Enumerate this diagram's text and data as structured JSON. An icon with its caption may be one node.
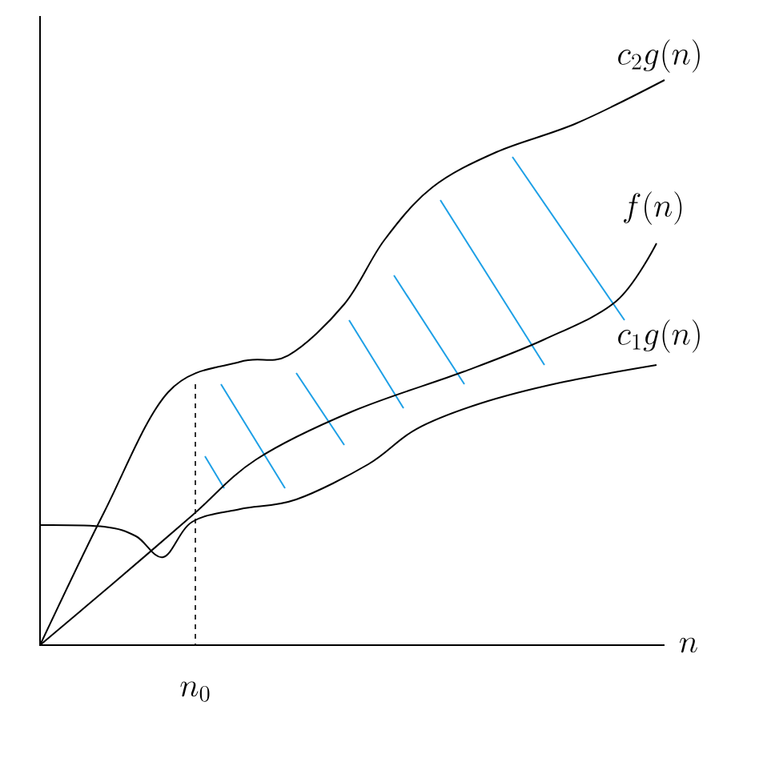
{
  "diagram": {
    "labels": [
      "c_2 g(n)",
      "f(n)",
      "c_1 g(n)",
      "n",
      "n_0"
    ]
  }
}
